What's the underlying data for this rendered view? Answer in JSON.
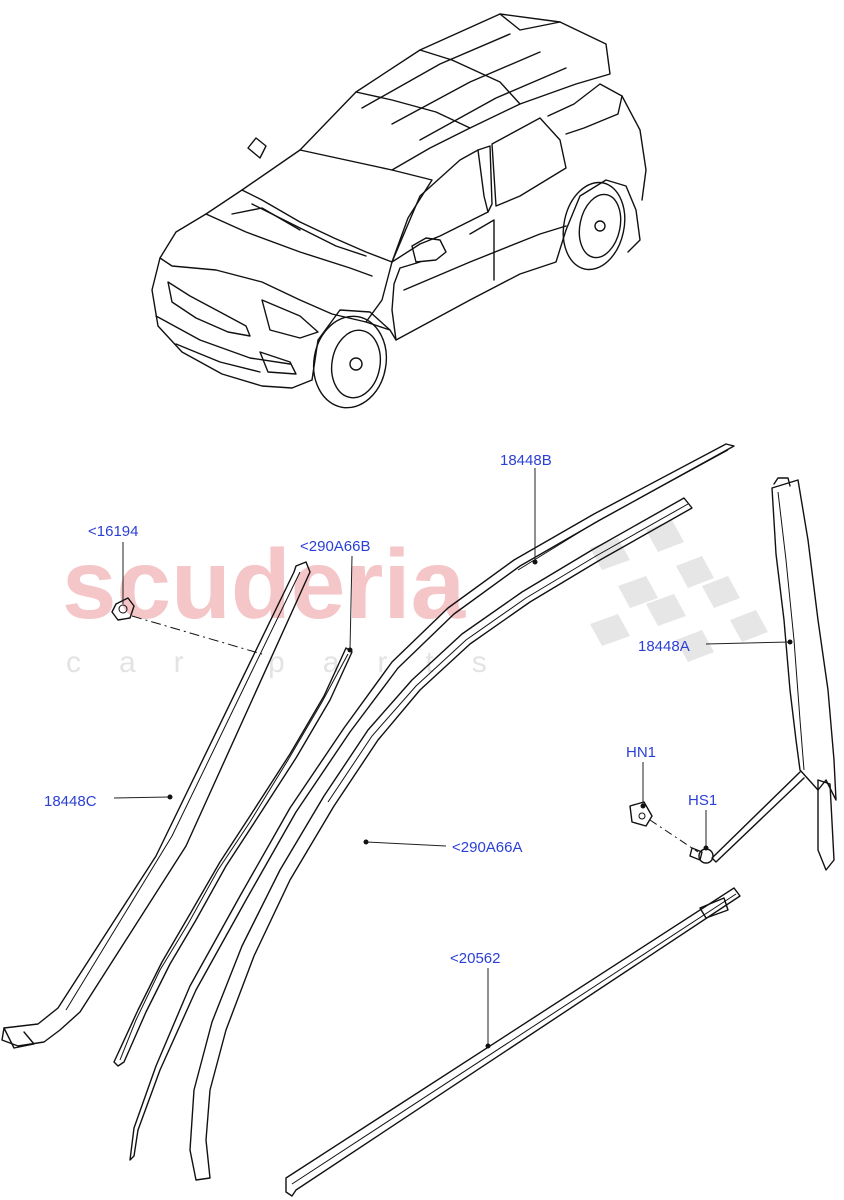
{
  "watermark": {
    "brand": "scuderia",
    "subtitle": "car parts"
  },
  "callouts": [
    {
      "id": "c-16194",
      "text": "<16194"
    },
    {
      "id": "c-290a66b",
      "text": "<290A66B"
    },
    {
      "id": "c-18448b",
      "text": "18448B"
    },
    {
      "id": "c-18448a",
      "text": "18448A"
    },
    {
      "id": "c-18448c",
      "text": "18448C"
    },
    {
      "id": "c-290a66a",
      "text": "<290A66A"
    },
    {
      "id": "c-hn1",
      "text": "HN1"
    },
    {
      "id": "c-hs1",
      "text": "HS1"
    },
    {
      "id": "c-20562",
      "text": "<20562"
    }
  ],
  "colors": {
    "label": "#2a3fd6",
    "line": "#111111",
    "watermark": "#f4c6c8"
  }
}
